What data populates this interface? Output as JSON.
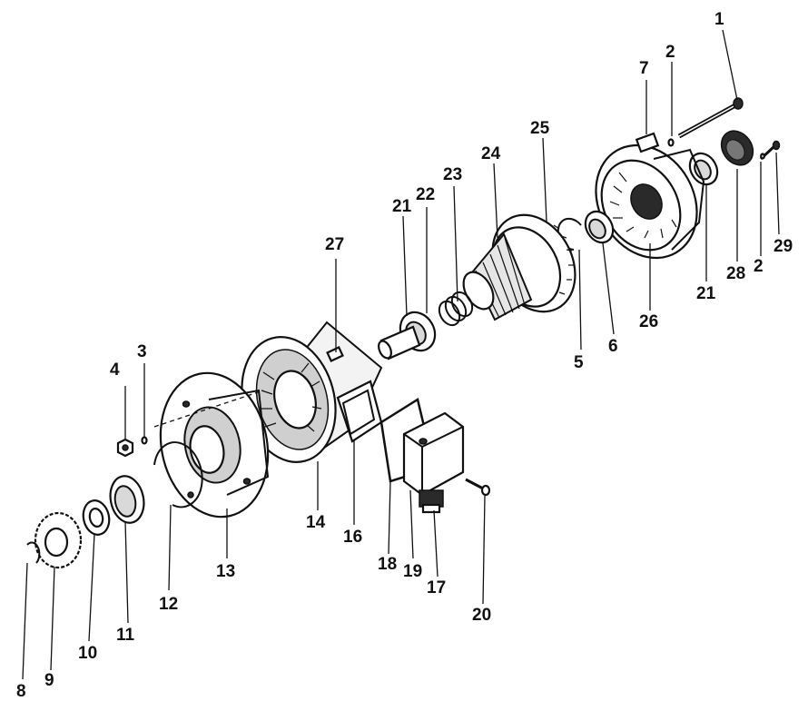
{
  "callouts": [
    {
      "num": "1"
    },
    {
      "num": "2"
    },
    {
      "num": "7"
    },
    {
      "num": "25"
    },
    {
      "num": "24"
    },
    {
      "num": "23"
    },
    {
      "num": "21"
    },
    {
      "num": "22"
    },
    {
      "num": "27"
    },
    {
      "num": "29"
    },
    {
      "num": "2"
    },
    {
      "num": "28"
    },
    {
      "num": "21"
    },
    {
      "num": "26"
    },
    {
      "num": "6"
    },
    {
      "num": "5"
    },
    {
      "num": "4"
    },
    {
      "num": "3"
    },
    {
      "num": "14"
    },
    {
      "num": "16"
    },
    {
      "num": "13"
    },
    {
      "num": "12"
    },
    {
      "num": "11"
    },
    {
      "num": "10"
    },
    {
      "num": "9"
    },
    {
      "num": "8"
    },
    {
      "num": "18"
    },
    {
      "num": "19"
    },
    {
      "num": "17"
    },
    {
      "num": "20"
    }
  ]
}
